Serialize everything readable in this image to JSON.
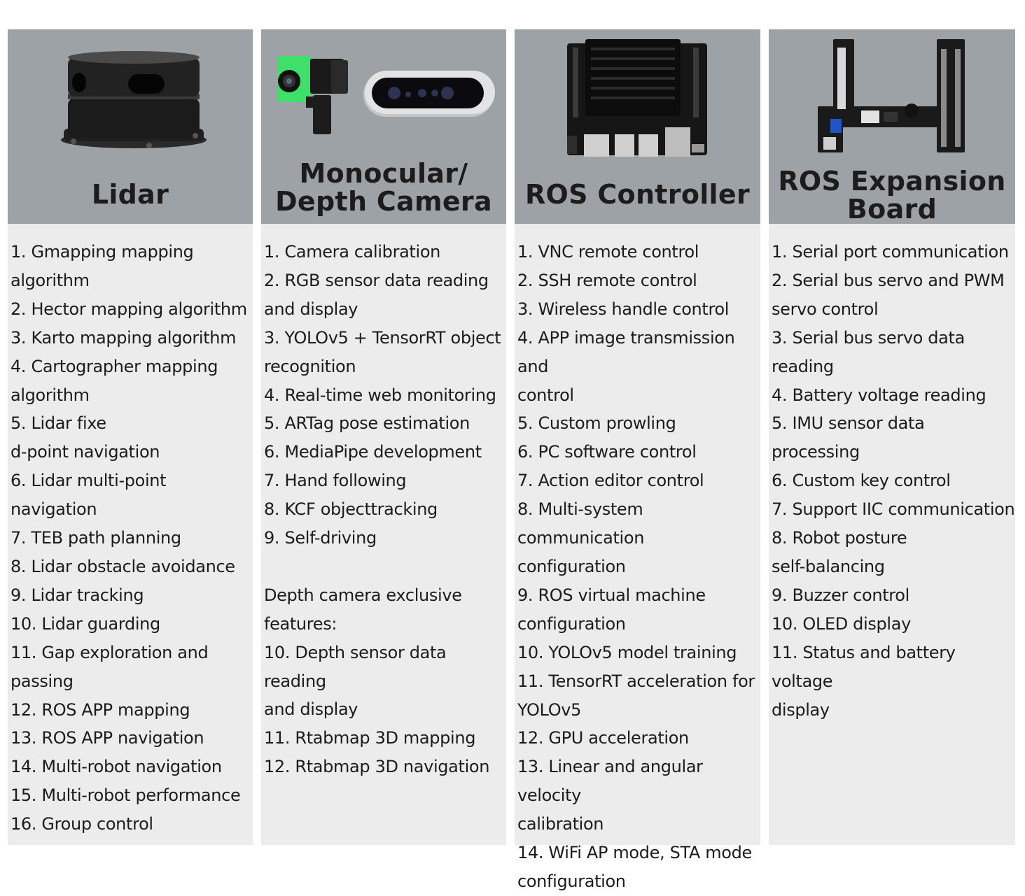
{
  "columns": [
    {
      "title_lines": [
        "Lidar"
      ],
      "features": [
        "1. Gmapping mapping\nalgorithm",
        "2. Hector mapping algorithm",
        "3. Karto mapping algorithm",
        "4. Cartographer mapping\nalgorithm",
        "5. Lidar fixe\nd-point navigation",
        "6. Lidar multi-point navigation",
        "7. TEB path planning",
        "8. Lidar obstacle avoidance",
        "9. Lidar tracking",
        "10. Lidar guarding",
        "11. Gap exploration and\npassing",
        "12. ROS APP mapping",
        "13. ROS APP navigation",
        "14. Multi-robot navigation",
        "15. Multi-robot performance",
        "16. Group control"
      ]
    },
    {
      "title_lines": [
        "Monocular/",
        "Depth Camera"
      ],
      "features": [
        "1. Camera calibration",
        "2. RGB sensor data reading\nand display",
        "3. YOLOv5 + TensorRT object\nrecognition",
        "4. Real-time web monitoring",
        "5. ARTag pose estimation",
        "6. MediaPipe development",
        "7. Hand following",
        "8. KCF objecttracking",
        "9. Self-driving"
      ],
      "exclusive_heading": "Depth camera exclusive\nfeatures:",
      "exclusive_features": [
        "10. Depth sensor data reading\nand display",
        "11. Rtabmap 3D mapping",
        "12. Rtabmap 3D navigation"
      ]
    },
    {
      "title_lines": [
        "ROS Controller"
      ],
      "features": [
        "1. VNC remote control",
        "2. SSH remote control",
        "3. Wireless handle control",
        "4. APP image transmission and\ncontrol",
        "5. Custom prowling",
        "6. PC software control",
        "7. Action editor control",
        "8. Multi-system communication\nconfiguration",
        "9. ROS virtual machine\nconfiguration",
        "10. YOLOv5 model training",
        "11. TensorRT acceleration for\nYOLOv5",
        "12. GPU acceleration",
        "13. Linear and angular velocity\ncalibration",
        "14. WiFi AP mode, STA mode\nconfiguration"
      ]
    },
    {
      "title_lines": [
        "ROS Expansion",
        "Board"
      ],
      "features": [
        "1. Serial port communication",
        "2. Serial bus servo and PWM\nservo control",
        "3. Serial bus servo data\nreading",
        "4. Battery voltage reading",
        "5. IMU sensor data processing",
        "6. Custom key control",
        "7. Support IIC communication",
        "8. Robot posture\nself-balancing",
        "9. Buzzer control",
        "10. OLED display",
        "11. Status and battery voltage\ndisplay"
      ]
    }
  ],
  "colors": {
    "header_bg": "#9da2a7",
    "body_bg": "#ececec",
    "text": "#1c1c1c"
  }
}
